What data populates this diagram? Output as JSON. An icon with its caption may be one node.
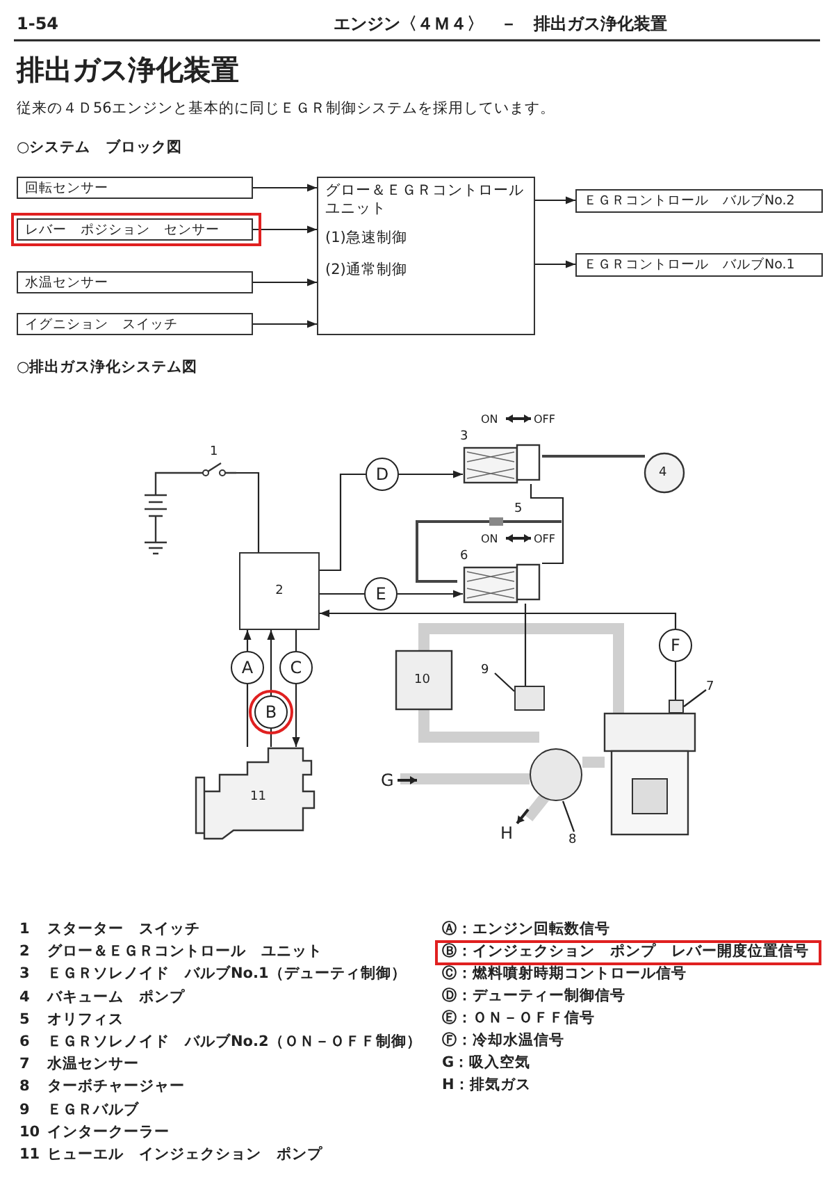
{
  "diagram": {
    "title": "排出ガス浄化装置",
    "nodes": [
      {
        "text": [
          "回転センサー"
        ]
      },
      {
        "text": [
          "レバー　ポジション　センサー"
        ]
      },
      {
        "text": [
          "水温センサー"
        ]
      },
      {
        "text": [
          "イグニション　スイッチ"
        ]
      },
      {
        "text": [
          "グロー＆ＥＧＲコントロールユニット",
          "(1)急速制御",
          "(2)通常制御"
        ]
      },
      {
        "text": [
          "ＥＧＲコントロール　バルブNo.2"
        ]
      },
      {
        "text": [
          "ＥＧＲコントロール　バルブNo.1"
        ]
      },
      {
        "text": [
          "2"
        ]
      },
      {
        "text": [
          "A"
        ]
      },
      {
        "text": [
          "B"
        ]
      },
      {
        "text": [
          "C"
        ]
      },
      {
        "text": [
          "D"
        ]
      },
      {
        "text": [
          "E"
        ]
      },
      {
        "text": [
          "F"
        ]
      },
      {
        "text": [
          "11"
        ]
      },
      {
        "text": [
          "3"
        ]
      },
      {
        "text": [
          "6"
        ]
      },
      {
        "text": [
          "7"
        ]
      },
      {
        "text": [],
        "shape": "box"
      },
      {
        "text": [
          "1"
        ]
      },
      {
        "text": [
          "8"
        ]
      },
      {
        "text": [],
        "shape": "circle"
      },
      {
        "text": [
          "9"
        ]
      },
      {
        "text": [],
        "shape": "box"
      }
    ],
    "edges": [
      {
        "from": 0,
        "to": 4,
        "arrow": "to"
      },
      {
        "from": 1,
        "to": 4,
        "arrow": "to"
      },
      {
        "from": 2,
        "to": 4,
        "arrow": "to"
      },
      {
        "from": 3,
        "to": 4,
        "arrow": "to"
      },
      {
        "from": 4,
        "to": 5,
        "arrow": "to"
      },
      {
        "from": 4,
        "to": 6,
        "arrow": "to"
      },
      {
        "from": 14,
        "to": 8,
        "arrow": "none"
      },
      {
        "from": 8,
        "to": 7,
        "arrow": "to"
      },
      {
        "from": 14,
        "to": 9,
        "arrow": "none"
      },
      {
        "from": 9,
        "to": 7,
        "arrow": "to"
      },
      {
        "from": 7,
        "to": 10,
        "arrow": "none"
      },
      {
        "from": 10,
        "to": 14,
        "arrow": "to"
      },
      {
        "from": 7,
        "to": 11,
        "arrow": "none"
      },
      {
        "from": 11,
        "to": 15,
        "arrow": "to"
      },
      {
        "from": 7,
        "to": 12,
        "arrow": "none"
      },
      {
        "from": 12,
        "to": 16,
        "arrow": "to"
      },
      {
        "from": 23,
        "to": 13,
        "arrow": "none"
      },
      {
        "from": 13,
        "to": 7,
        "arrow": "to"
      },
      {
        "from": 19,
        "to": 7,
        "arrow": "none"
      },
      {
        "from": 17,
        "to": 23,
        "arrow": "none"
      },
      {
        "from": 20,
        "to": 21,
        "arrow": "none"
      },
      {
        "from": 22,
        "to": 18,
        "arrow": "none"
      },
      {
        "from": 15,
        "to": 16,
        "arrow": "none"
      },
      {
        "from": 16,
        "to": 18,
        "arrow": "none"
      }
    ],
    "labels": [
      "1-54",
      "エンジン〈４Ｍ４〉　－　排出ガス浄化装置",
      "従来の４Ｄ56エンジンと基本的に同じＥＧＲ制御システムを採用しています。",
      "○システム　ブロック図",
      "○排出ガス浄化システム図",
      "ON",
      "OFF",
      "ON",
      "OFF",
      "4",
      "5",
      "10",
      "G",
      "H",
      "1",
      "スターター　スイッチ",
      "2",
      "グロー＆ＥＧＲコントロール　ユニット",
      "3",
      "ＥＧＲソレノイド　バルブNo.1（デューティ制御）",
      "4",
      "バキューム　ポンプ",
      "5",
      "オリフィス",
      "6",
      "ＥＧＲソレノイド　バルブNo.2（ＯＮ－ＯＦＦ制御）",
      "7",
      "水温センサー",
      "8",
      "ターボチャージャー",
      "9",
      "ＥＧＲバルブ",
      "10",
      "インタークーラー",
      "11",
      "ヒューエル　インジェクション　ポンプ",
      "Ⓐ：エンジン回転数信号",
      "Ⓑ：インジェクション　ポンプ　レバー開度位置信号",
      "Ⓒ：燃料噴射時期コントロール信号",
      "Ⓓ：デューティー制御信号",
      "Ⓔ：ＯＮ－ＯＦＦ信号",
      "Ⓕ：冷却水温信号",
      "G：吸入空気",
      "H：排気ガス"
    ]
  }
}
